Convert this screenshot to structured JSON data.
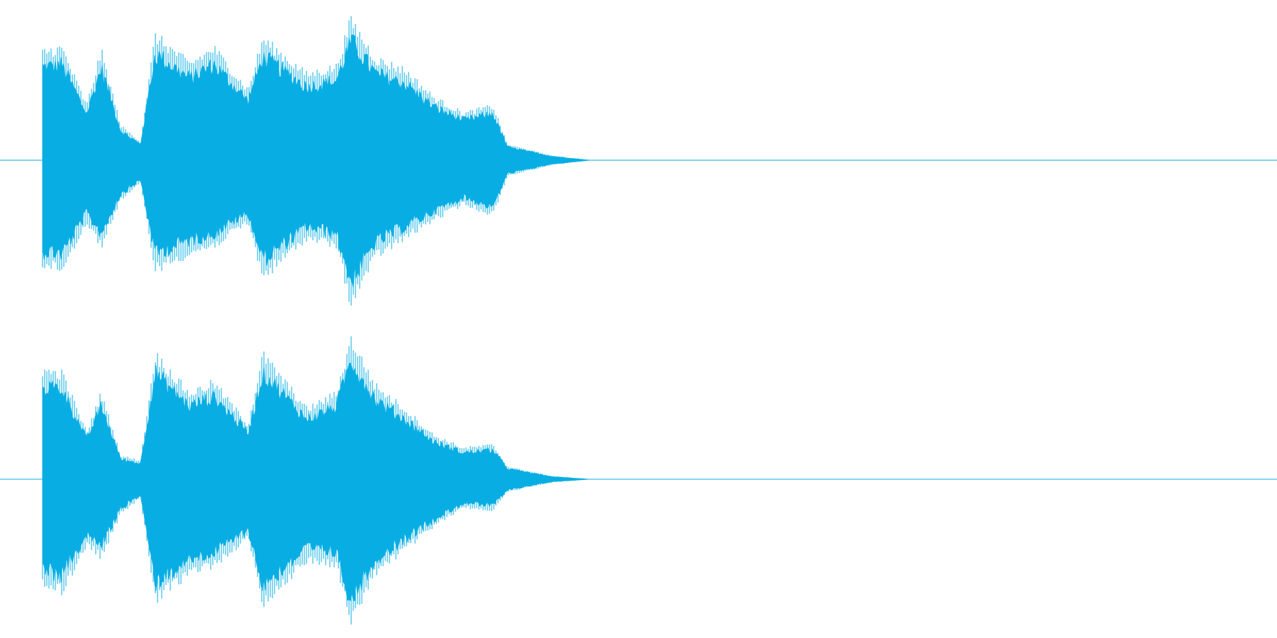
{
  "waveform": {
    "color": "#08aee3",
    "background": "#ffffff",
    "channels": [
      {
        "name": "top",
        "envelope": [
          {
            "t": 0.0,
            "pos": 0.7,
            "neg": 0.68
          },
          {
            "t": 0.02,
            "pos": 0.72,
            "neg": 0.7
          },
          {
            "t": 0.045,
            "pos": 0.35,
            "neg": 0.4
          },
          {
            "t": 0.06,
            "pos": 0.7,
            "neg": 0.55
          },
          {
            "t": 0.08,
            "pos": 0.22,
            "neg": 0.25
          },
          {
            "t": 0.1,
            "pos": 0.12,
            "neg": 0.15
          },
          {
            "t": 0.115,
            "pos": 0.8,
            "neg": 0.7
          },
          {
            "t": 0.15,
            "pos": 0.62,
            "neg": 0.6
          },
          {
            "t": 0.175,
            "pos": 0.72,
            "neg": 0.55
          },
          {
            "t": 0.21,
            "pos": 0.45,
            "neg": 0.4
          },
          {
            "t": 0.225,
            "pos": 0.78,
            "neg": 0.75
          },
          {
            "t": 0.27,
            "pos": 0.55,
            "neg": 0.5
          },
          {
            "t": 0.3,
            "pos": 0.6,
            "neg": 0.55
          },
          {
            "t": 0.315,
            "pos": 0.9,
            "neg": 0.92
          },
          {
            "t": 0.34,
            "pos": 0.65,
            "neg": 0.62
          },
          {
            "t": 0.37,
            "pos": 0.58,
            "neg": 0.5
          },
          {
            "t": 0.4,
            "pos": 0.4,
            "neg": 0.38
          },
          {
            "t": 0.43,
            "pos": 0.3,
            "neg": 0.28
          },
          {
            "t": 0.46,
            "pos": 0.35,
            "neg": 0.35
          },
          {
            "t": 0.475,
            "pos": 0.1,
            "neg": 0.1
          },
          {
            "t": 0.52,
            "pos": 0.03,
            "neg": 0.03
          },
          {
            "t": 0.56,
            "pos": 0.0,
            "neg": 0.0
          },
          {
            "t": 1.0,
            "pos": 0.0,
            "neg": 0.0
          }
        ]
      },
      {
        "name": "bottom",
        "envelope": [
          {
            "t": 0.0,
            "pos": 0.7,
            "neg": 0.68
          },
          {
            "t": 0.02,
            "pos": 0.68,
            "neg": 0.72
          },
          {
            "t": 0.045,
            "pos": 0.3,
            "neg": 0.42
          },
          {
            "t": 0.06,
            "pos": 0.55,
            "neg": 0.5
          },
          {
            "t": 0.08,
            "pos": 0.15,
            "neg": 0.22
          },
          {
            "t": 0.1,
            "pos": 0.12,
            "neg": 0.12
          },
          {
            "t": 0.115,
            "pos": 0.8,
            "neg": 0.78
          },
          {
            "t": 0.15,
            "pos": 0.55,
            "neg": 0.6
          },
          {
            "t": 0.175,
            "pos": 0.62,
            "neg": 0.55
          },
          {
            "t": 0.21,
            "pos": 0.35,
            "neg": 0.38
          },
          {
            "t": 0.225,
            "pos": 0.8,
            "neg": 0.8
          },
          {
            "t": 0.27,
            "pos": 0.45,
            "neg": 0.52
          },
          {
            "t": 0.3,
            "pos": 0.55,
            "neg": 0.55
          },
          {
            "t": 0.315,
            "pos": 0.9,
            "neg": 0.92
          },
          {
            "t": 0.34,
            "pos": 0.6,
            "neg": 0.6
          },
          {
            "t": 0.37,
            "pos": 0.45,
            "neg": 0.45
          },
          {
            "t": 0.4,
            "pos": 0.28,
            "neg": 0.3
          },
          {
            "t": 0.43,
            "pos": 0.2,
            "neg": 0.18
          },
          {
            "t": 0.46,
            "pos": 0.22,
            "neg": 0.2
          },
          {
            "t": 0.475,
            "pos": 0.08,
            "neg": 0.08
          },
          {
            "t": 0.52,
            "pos": 0.02,
            "neg": 0.02
          },
          {
            "t": 0.56,
            "pos": 0.0,
            "neg": 0.0
          },
          {
            "t": 1.0,
            "pos": 0.0,
            "neg": 0.0
          }
        ]
      }
    ]
  }
}
